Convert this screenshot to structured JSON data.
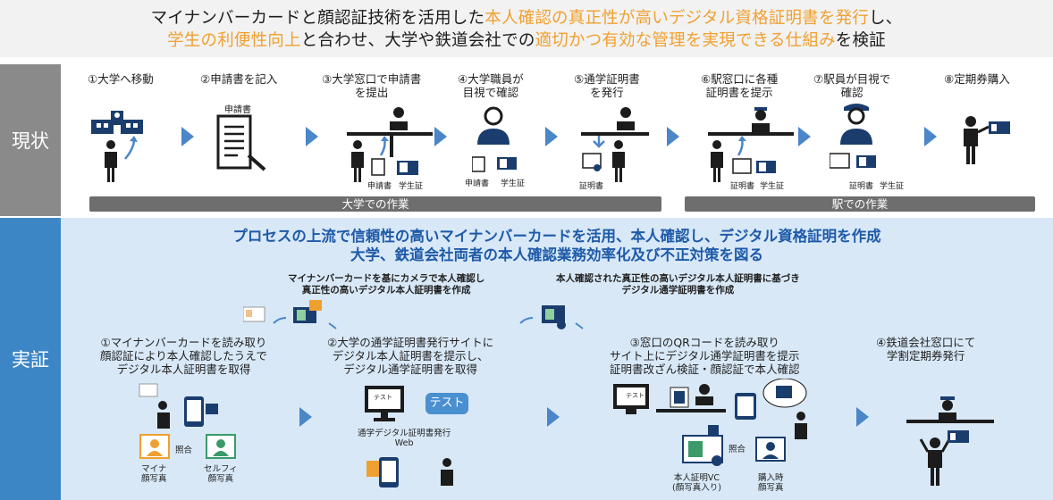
{
  "header": {
    "line1": [
      {
        "text": "マイナンバーカードと顔認証技術を活用した",
        "hl": false
      },
      {
        "text": "本人確認の真正性が高いデジタル資格証明書を発行",
        "hl": true
      },
      {
        "text": "し、",
        "hl": false
      }
    ],
    "line2": [
      {
        "text": "学生の利便性向上",
        "hl": true
      },
      {
        "text": "と合わせ、大学や鉄道会社での",
        "hl": false
      },
      {
        "text": "適切かつ有効な管理を実現できる仕組み",
        "hl": true
      },
      {
        "text": "を検証",
        "hl": false
      }
    ]
  },
  "labels": {
    "current": "現状",
    "demo": "実証"
  },
  "current": {
    "steps": [
      "①大学へ移動",
      "②申請書を記入",
      "③大学窓口で申請書\nを提出",
      "④大学職員が\n目視で確認",
      "⑤通学証明書\nを発行",
      "⑥駅窓口に各種\n証明書を提示",
      "⑦駅員が目視で\n確認",
      "⑧定期券購入"
    ],
    "doc_label": "申請書",
    "step3_items": [
      "申請書",
      "学生証"
    ],
    "step4_items": [
      "申請書",
      "学生証"
    ],
    "step5_item": "証明書",
    "step6_items": [
      "証明書",
      "学生証"
    ],
    "step7_items": [
      "証明書",
      "学生証"
    ],
    "bar_univ": "大学での作業",
    "bar_station": "駅での作業"
  },
  "demo": {
    "headline1": "プロセスの上流で信頼性の高いマイナンバーカードを活用、本人確認し、デジタル資格証明を作成",
    "headline2": "大学、鉄道会社両者の本人確認業務効率化及び不正対策を図る",
    "sub_left": "マイナンバーカードを基にカメラで本人確認し\n真正性の高いデジタル本人証明書を作成",
    "sub_right": "本人確認された真正性の高いデジタル本人証明書に基づき\nデジタル通学証明書を作成",
    "step1": "①マイナンバーカードを読み取り\n顔認証により本人確認したうえで\nデジタル本人証明書を取得",
    "step2": "②大学の通学証明書発行サイトに\nデジタル本人証明書を提示し、\nデジタル通学証明書を取得",
    "step3": "③窓口のQRコードを読み取り\nサイト上にデジタル通学証明書を提示\n証明書改ざん検証・顔認証で本人確認",
    "step4": "④鉄道会社窓口にて\n学割定期券発行",
    "match_label": "照合",
    "mynumber_photo": "マイナ\n顔写真",
    "selfie_photo": "セルフィ\n顔写真",
    "web_label": "通学デジタル証明書発行\nWeb",
    "test_pill": "テスト",
    "test_screen": "テスト",
    "vc_label": "本人証明VC\n(顔写真入り)",
    "purchase_photo": "購入時\n顔写真"
  }
}
